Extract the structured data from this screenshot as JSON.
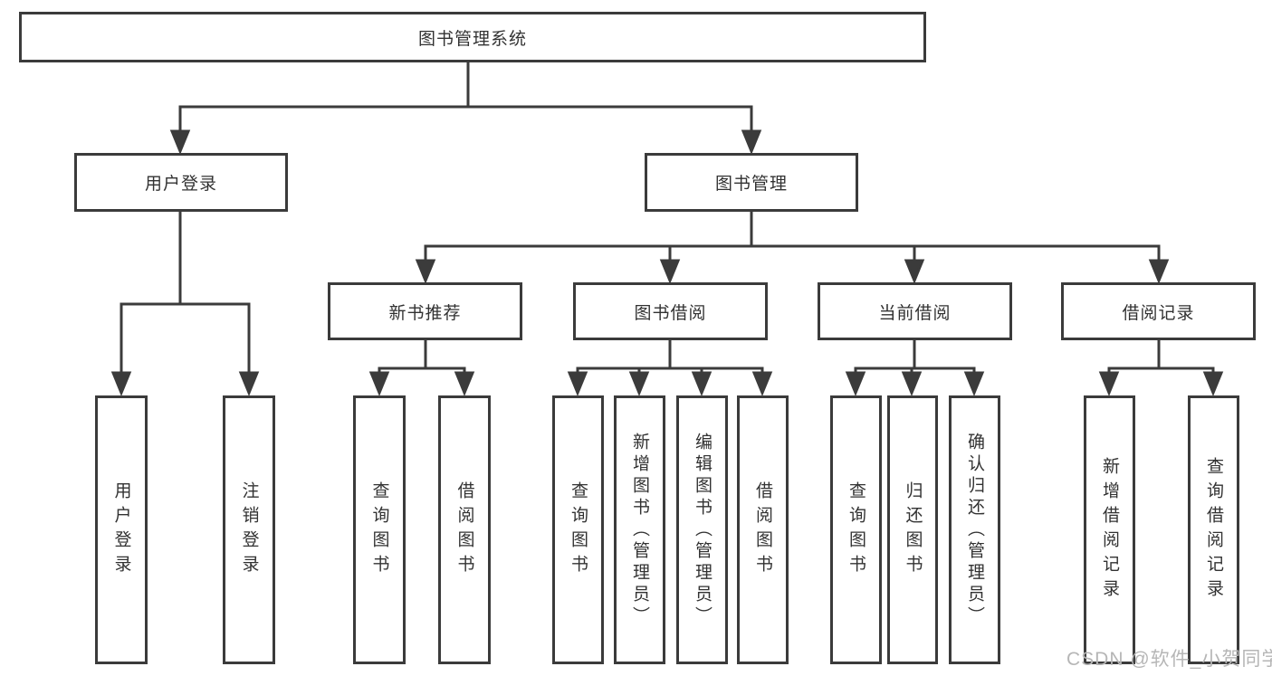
{
  "colors": {
    "line": "#3b3b3b",
    "text": "#323232",
    "watermark": "#b6b6b6",
    "background": "#ffffff"
  },
  "tree": {
    "root": {
      "label": "图书管理系统"
    },
    "level2": [
      {
        "label": "用户登录"
      },
      {
        "label": "图书管理"
      }
    ],
    "level3": [
      {
        "label": "新书推荐"
      },
      {
        "label": "图书借阅"
      },
      {
        "label": "当前借阅"
      },
      {
        "label": "借阅记录"
      }
    ],
    "leaves": {
      "user_login": [
        "用户登录",
        "注销登录"
      ],
      "new_book_recommend": [
        "查询图书",
        "借阅图书"
      ],
      "book_borrow": [
        "查询图书",
        "新增图书（管理员）",
        "编辑图书（管理员）",
        "借阅图书"
      ],
      "current_borrow": [
        "查询图书",
        "归还图书",
        "确认归还（管理员）"
      ],
      "borrow_records": [
        "新增借阅记录",
        "查询借阅记录"
      ]
    }
  },
  "watermark": {
    "text": "CSDN @软件_小贺同学"
  }
}
